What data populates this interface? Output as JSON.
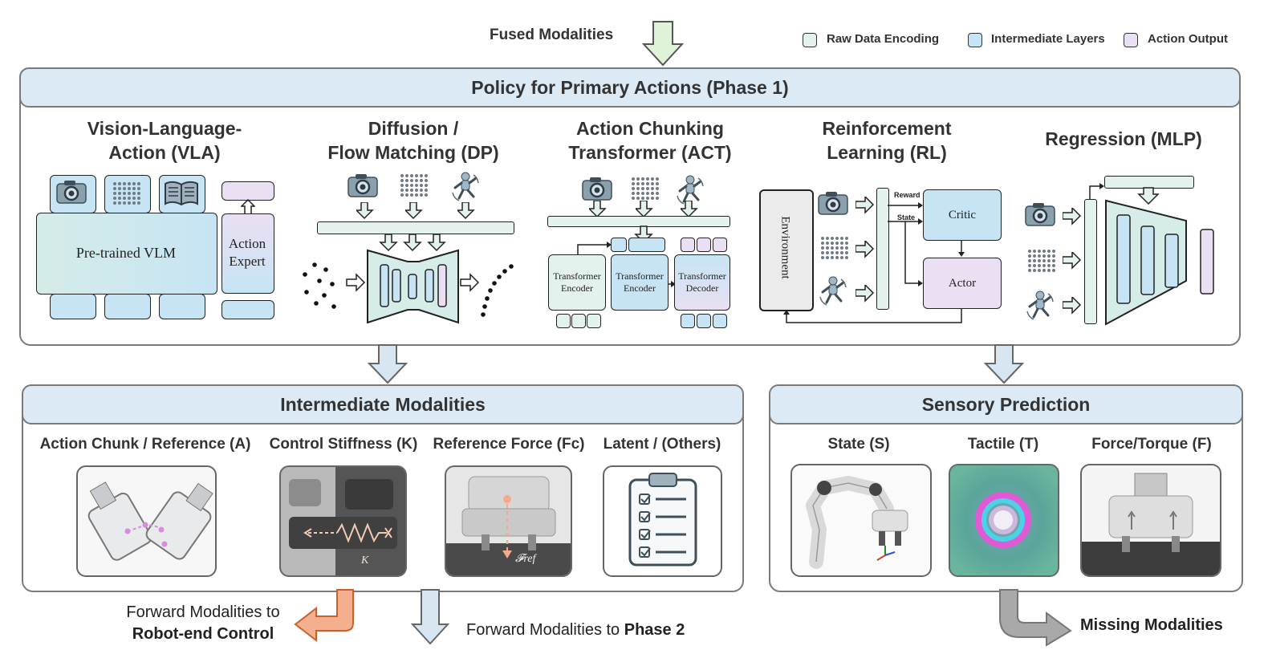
{
  "top": {
    "fused_label": "Fused Modalities"
  },
  "legend": [
    {
      "label": "Raw Data Encoding",
      "color": "#e4f2ee"
    },
    {
      "label": "Intermediate Layers",
      "color": "#c6e4f4"
    },
    {
      "label": "Action Output",
      "color": "#eadff3"
    }
  ],
  "policy": {
    "title": "Policy for Primary Actions (Phase 1)",
    "columns": [
      {
        "title_line1": "Vision-Language-",
        "title_line2": "Action (VLA)"
      },
      {
        "title_line1": "Diffusion /",
        "title_line2": "Flow Matching (DP)"
      },
      {
        "title_line1": "Action Chunking",
        "title_line2": "Transformer (ACT)"
      },
      {
        "title_line1": "Reinforcement",
        "title_line2": "Learning (RL)"
      },
      {
        "title_line1": "Regression (MLP)",
        "title_line2": ""
      }
    ],
    "vla": {
      "vlm_label": "Pre-trained   VLM",
      "expert_line1": "Action",
      "expert_line2": "Expert"
    },
    "act": {
      "encoder1_line1": "Transformer",
      "encoder1_line2": "Encoder",
      "encoder2_line1": "Transformer",
      "encoder2_line2": "Encoder",
      "decoder_line1": "Transformer",
      "decoder_line2": "Decoder"
    },
    "rl": {
      "environment": "Environment",
      "critic": "Critic",
      "actor": "Actor",
      "reward": "Reward",
      "state": "State"
    }
  },
  "intermediate": {
    "title": "Intermediate Modalities",
    "items": [
      {
        "label": "Action Chunk / Reference (A)"
      },
      {
        "label": "Control Stiffness (K)",
        "symbol": "K"
      },
      {
        "label": "Reference Force (Fc)",
        "symbol": "𝓕ref"
      },
      {
        "label": "Latent / (Others)"
      }
    ]
  },
  "sensory": {
    "title": "Sensory Prediction",
    "items": [
      {
        "label": "State (S)"
      },
      {
        "label": "Tactile (T)"
      },
      {
        "label": "Force/Torque (F)"
      }
    ]
  },
  "bottom": {
    "robot_line1": "Forward Modalities to",
    "robot_line2": "Robot-end Control",
    "phase2_prefix": "Forward Modalities to ",
    "phase2_bold": "Phase 2",
    "missing": "Missing Modalities"
  },
  "colors": {
    "raw": "#e4f2ee",
    "inter": "#c6e4f4",
    "action": "#eadff3",
    "header": "#dbeaf5",
    "fused_arrow": "#dff3d9",
    "orange_arrow": "#f4b08e",
    "gray_arrow": "#a9a9a9"
  }
}
